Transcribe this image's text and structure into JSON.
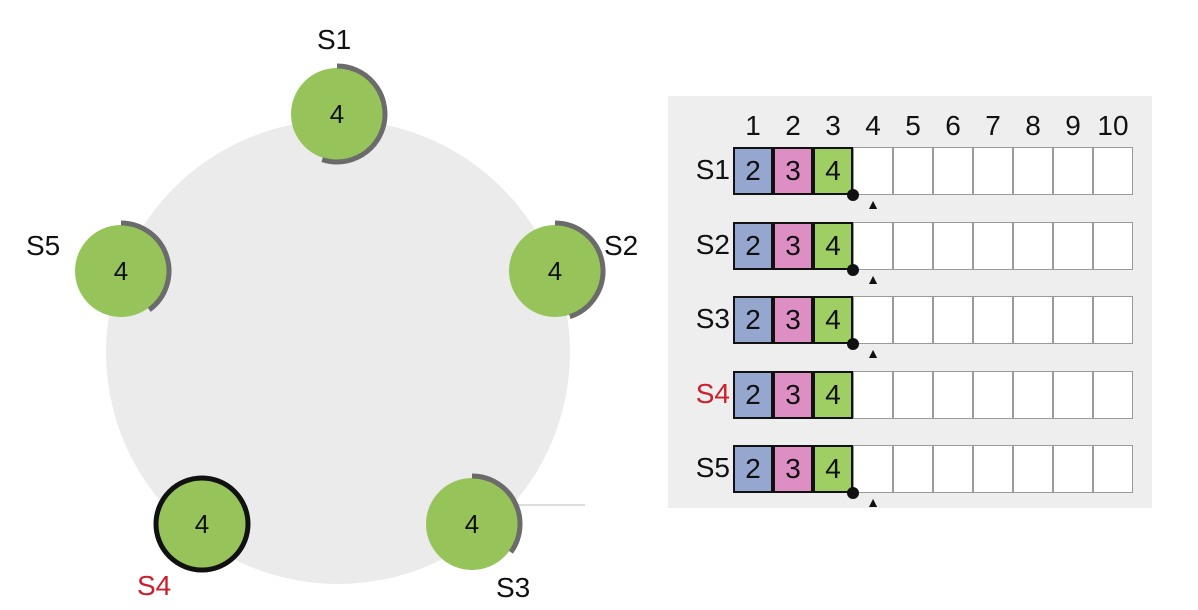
{
  "cluster": {
    "servers": [
      {
        "id": "S1",
        "term": "4",
        "role": "follower",
        "timer_fraction": 0.55
      },
      {
        "id": "S2",
        "term": "4",
        "role": "follower",
        "timer_fraction": 0.45
      },
      {
        "id": "S3",
        "term": "4",
        "role": "follower",
        "timer_fraction": 0.35
      },
      {
        "id": "S4",
        "term": "4",
        "role": "leader",
        "timer_fraction": 1.0
      },
      {
        "id": "S5",
        "term": "4",
        "role": "follower",
        "timer_fraction": 0.4
      }
    ]
  },
  "log_table": {
    "columns": [
      "1",
      "2",
      "3",
      "4",
      "5",
      "6",
      "7",
      "8",
      "9",
      "10"
    ],
    "rows": [
      {
        "server": "S1",
        "entries": [
          "2",
          "3",
          "4"
        ],
        "commit_dot": true,
        "next_index_arrow": true,
        "leader": false
      },
      {
        "server": "S2",
        "entries": [
          "2",
          "3",
          "4"
        ],
        "commit_dot": true,
        "next_index_arrow": true,
        "leader": false
      },
      {
        "server": "S3",
        "entries": [
          "2",
          "3",
          "4"
        ],
        "commit_dot": true,
        "next_index_arrow": true,
        "leader": false
      },
      {
        "server": "S4",
        "entries": [
          "2",
          "3",
          "4"
        ],
        "commit_dot": false,
        "next_index_arrow": false,
        "leader": true
      },
      {
        "server": "S5",
        "entries": [
          "2",
          "3",
          "4"
        ],
        "commit_dot": true,
        "next_index_arrow": true,
        "leader": false
      }
    ]
  },
  "colors": {
    "server_fill": "#97c45a",
    "timer_arc": "#6b6b6b",
    "leader_border": "#111111",
    "leader_label": "#cc1f2c",
    "cluster_background": "#ebebeb",
    "panel_background": "#eeeeee",
    "term_colors": {
      "2": "#95a6cf",
      "3": "#dd8fc4",
      "4": "#9fce63"
    }
  }
}
